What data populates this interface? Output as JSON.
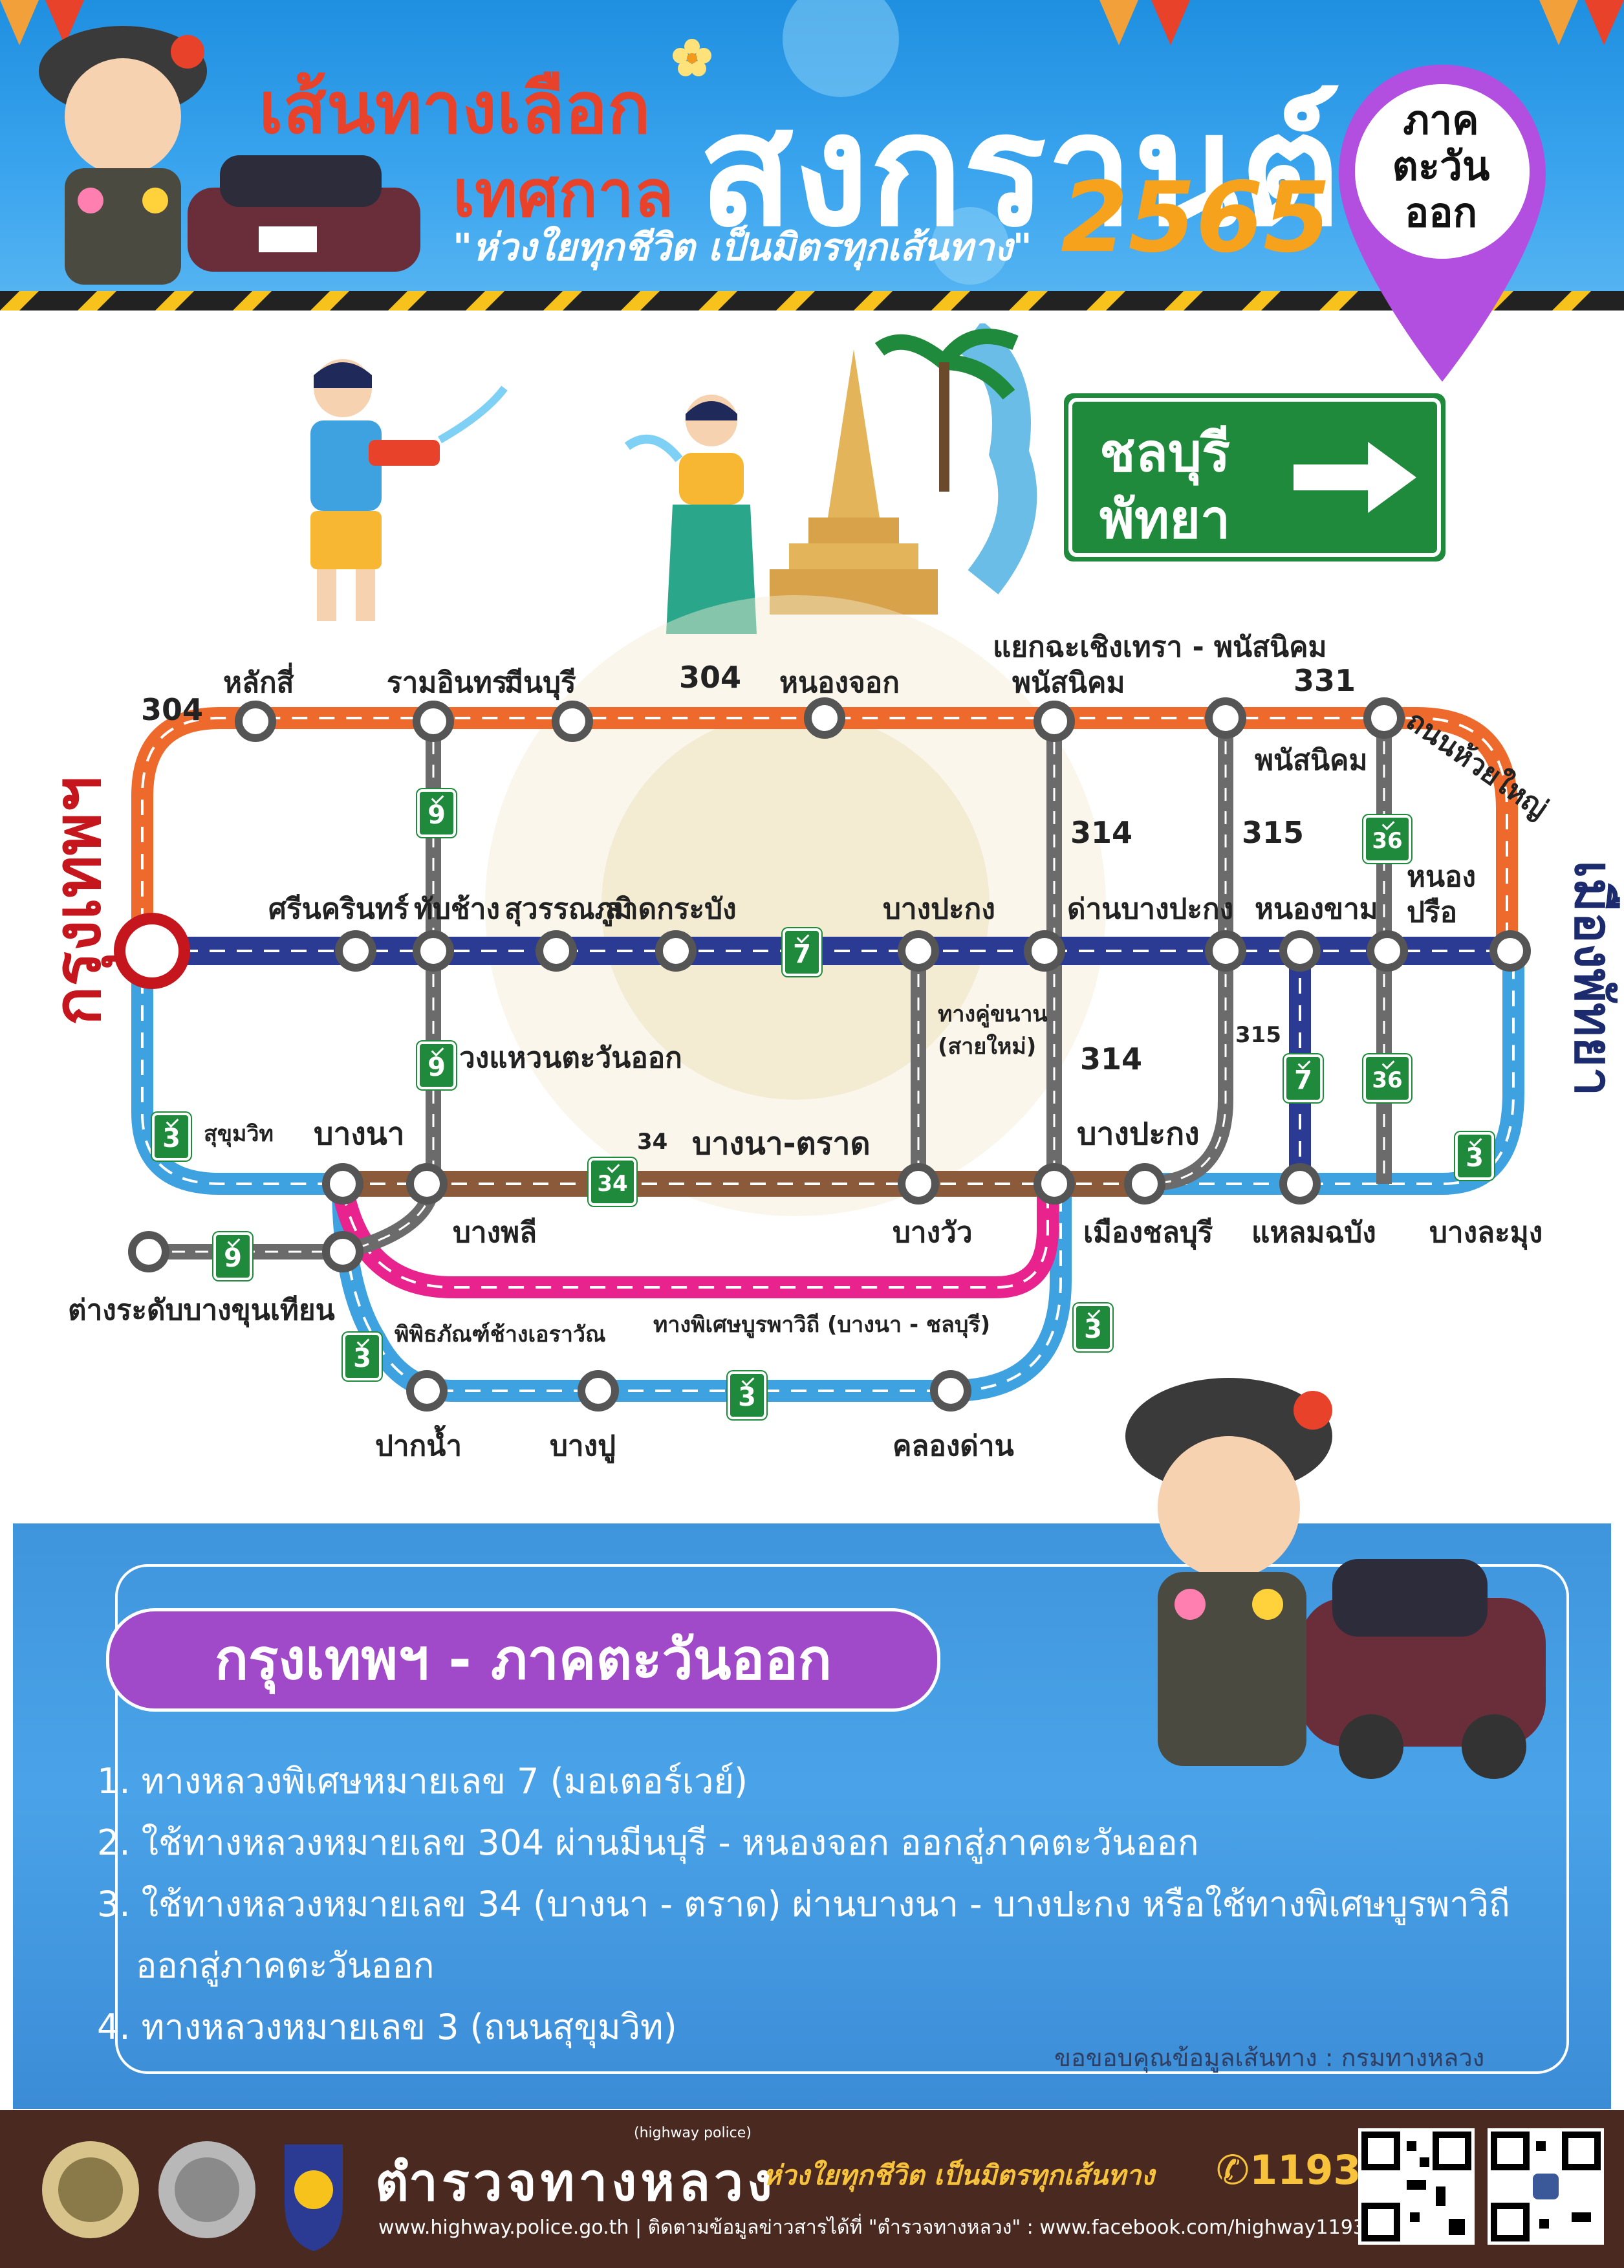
{
  "header": {
    "title_line1": "เส้นทางเลือก",
    "title_line2": "เทศกาล",
    "title_main": "สงกรานต์",
    "year": "2565",
    "slogan": "\"ห่วงใยทุกชีวิต เป็นมิตรทุกเส้นทาง\"",
    "region_line1": "ภาค",
    "region_line2": "ตะวันออก"
  },
  "sign": {
    "line1": "ชลบุรี",
    "line2": "พัทยา"
  },
  "map": {
    "city_left": "กรุงเทพฯ",
    "city_right": "เมืองพัทยา",
    "labels": {
      "r304_left": "304",
      "laksi": "หลักสี่",
      "ramintra": "รามอินทรา",
      "minburi": "มีนบุรี",
      "r304_mid": "304",
      "nongchok": "หนองจอก",
      "chachoengsao_line1": "แยกฉะเชิงเทรา - พนัสนิคม",
      "chachoengsao_line2": "พนัสนิคม",
      "r331": "331",
      "huaiyai": "ถนนห้วยใหญ่",
      "phanat": "พนัสนิคม",
      "r314_top": "314",
      "r315_top": "315",
      "nongprue_line1": "หนอง",
      "nongprue_line2": "ปรือ",
      "srinakarin": "ศรีนครินทร์",
      "thapchang": "ทับช้าง",
      "suvarnabhumi": "สุวรรณภูมิ",
      "latkrabang": "ลาดกระบัง",
      "bangpakong_top": "บางปะกง",
      "danbangpakong": "ด่านบางปะกง",
      "nongkham": "หนองขาม",
      "kanchana": "วงแหวนตะวันออก",
      "parallel_line1": "ทางคู่ขนาน",
      "parallel_line2": "(สายใหม่)",
      "r315_mid": "315",
      "r314_mid": "314",
      "sukhumvit": "สุขุมวิท",
      "bangna": "บางนา",
      "r34": "34",
      "bangna_trat": "บางนา-ตราด",
      "bangpakong_bottom": "บางปะกง",
      "bangphli": "บางพลี",
      "bangwua": "บางวัว",
      "mueangchonburi": "เมืองชลบุรี",
      "laemchabang": "แหลมฉบัง",
      "banglamung": "บางละมุง",
      "bangkhunthian": "ต่างระดับบางขุนเทียน",
      "erawan": "พิพิธภัณฑ์ช้างเอราวัณ",
      "burapha": "ทางพิเศษบูรพาวิถี (บางนา - ชลบุรี)",
      "paknam": "ปากน้ำ",
      "bangpu": "บางปู",
      "khlongdan": "คลองด่าน"
    },
    "badges": {
      "b9_a": "9",
      "b9_b": "9",
      "b9_c": "9",
      "b7_a": "7",
      "b7_b": "7",
      "b36_a": "36",
      "b36_b": "36",
      "b3_a": "3",
      "b3_b": "3",
      "b3_c": "3",
      "b3_d": "3",
      "b3_e": "3",
      "b34": "34"
    }
  },
  "section": {
    "title": "กรุงเทพฯ - ภาคตะวันออก",
    "routes": [
      "1. ทางหลวงพิเศษหมายเลข 7 (มอเตอร์เวย์)",
      "2. ใช้ทางหลวงหมายเลข 304 ผ่านมีนบุรี - หนองจอก ออกสู่ภาคตะวันออก",
      "3. ใช้ทางหลวงหมายเลข 34 (บางนา - ตราด) ผ่านบางนา - บางปะกง หรือใช้ทางพิเศษบูรพาวิถี",
      "ออกสู่ภาคตะวันออก",
      "4. ทางหลวงหมายเลข 3 (ถนนสุขุมวิท)"
    ],
    "credit": "ขอขอบคุณข้อมูลเส้นทาง : กรมทางหลวง"
  },
  "footer": {
    "brand": "ตำรวจทางหลวง",
    "brand_small": "(highway police)",
    "slogan": "ห่วงใยทุกชีวิต เป็นมิตรทุกเส้นทาง",
    "phone": "1193",
    "links": "www.highway.police.go.th | ติดตามข้อมูลข่าวสารได้ที่ \"ตำรวจทางหลวง\" : www.facebook.com/highway1193/"
  },
  "colors": {
    "route304": "#ee6a2c",
    "route7": "#2b3a92",
    "route3": "#3ea2e0",
    "route34": "#8a5a3a",
    "burapha": "#e8238d",
    "gray": "#6b6b6b",
    "sign_green": "#1f8a3c"
  }
}
